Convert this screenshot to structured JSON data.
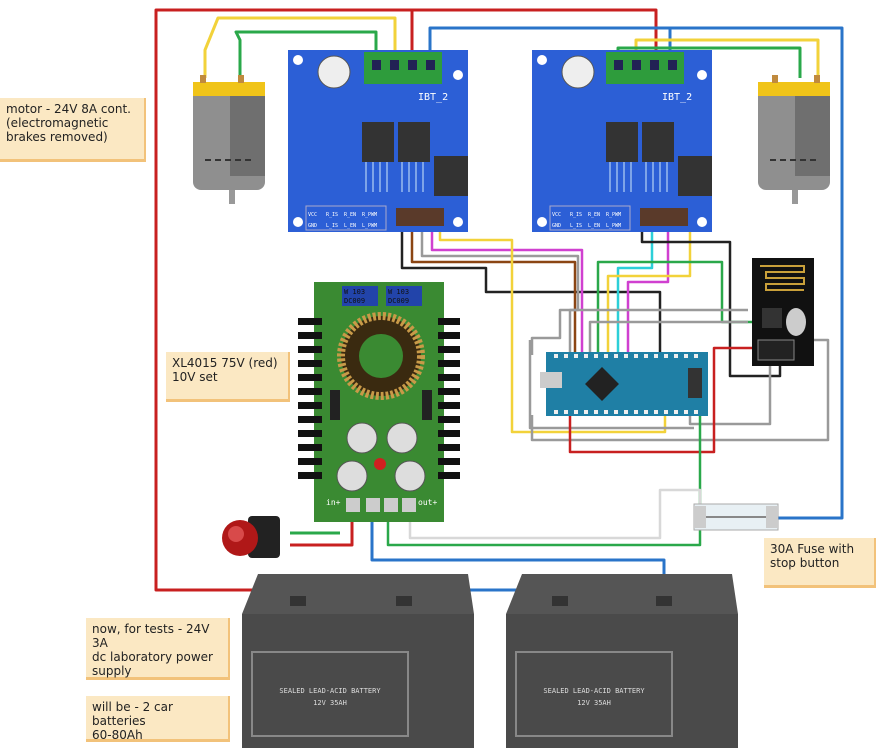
{
  "notes": {
    "motor": "motor - 24V 8A cont.\n(electromagnetic\nbrakes removed)",
    "xl4015": "XL4015 75V (red)\n10V set",
    "fuse": "30A Fuse with\nstop button",
    "power_now": "now, for tests - 24V 3A\ndc laboratory  power\nsupply",
    "power_future": "will be - 2 car batteries\n60-80Ah"
  },
  "drivers": {
    "left": {
      "label": "IBT_2",
      "pins": [
        "VCC",
        "R_IS",
        "R_EN",
        "R_PWM",
        "GND",
        "L_IS",
        "L_EN",
        "L_PWM"
      ]
    },
    "right": {
      "label": "IBT_2",
      "pins": [
        "VCC",
        "R_IS",
        "R_EN",
        "R_PWM",
        "GND",
        "L_IS",
        "L_EN",
        "L_PWM"
      ]
    }
  },
  "converter": {
    "pot1": "W 103\nDC009",
    "pot2": "W 103\nDC009",
    "in_label": "in+",
    "out_label": "out+"
  },
  "batteries": {
    "left": {
      "line1": "SEALED LEAD-ACID BATTERY",
      "line2": "12V 35AH"
    },
    "right": {
      "line1": "SEALED LEAD-ACID BATTERY",
      "line2": "12V 35AH"
    }
  },
  "colors": {
    "red": "#c82020",
    "blue": "#2a74c9",
    "green": "#2aa84a",
    "yellow": "#f2d23a",
    "black": "#222222",
    "brown": "#8b4513",
    "magenta": "#d040d0",
    "cyan": "#2ccfd8",
    "gray": "#9a9a9a",
    "board": "#2c5fd6"
  }
}
